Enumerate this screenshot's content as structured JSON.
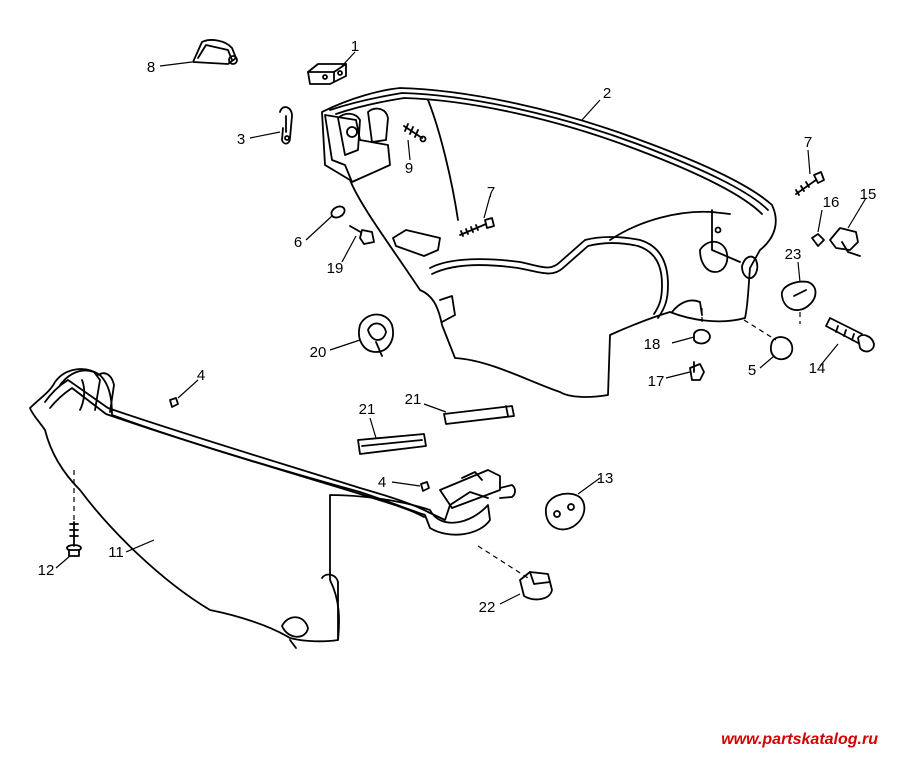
{
  "diagram": {
    "parts": [
      {
        "id": "p1",
        "label": "1",
        "name": "latch-clip"
      },
      {
        "id": "p2",
        "label": "2",
        "name": "upper-cowl-rear"
      },
      {
        "id": "p3",
        "label": "3",
        "name": "hook-latch"
      },
      {
        "id": "p4a",
        "label": "4",
        "name": "nut-upper"
      },
      {
        "id": "p4b",
        "label": "4",
        "name": "nut-lower"
      },
      {
        "id": "p5",
        "label": "5",
        "name": "grommet-plug"
      },
      {
        "id": "p6",
        "label": "6",
        "name": "washer"
      },
      {
        "id": "p7a",
        "label": "7",
        "name": "screw-right"
      },
      {
        "id": "p7b",
        "label": "7",
        "name": "screw-center"
      },
      {
        "id": "p8",
        "label": "8",
        "name": "latch-lever"
      },
      {
        "id": "p9",
        "label": "9",
        "name": "screw-small"
      },
      {
        "id": "p11",
        "label": "11",
        "name": "lower-cowl"
      },
      {
        "id": "p12",
        "label": "12",
        "name": "bolt-with-washer"
      },
      {
        "id": "p13",
        "label": "13",
        "name": "grommet-two-hole"
      },
      {
        "id": "p14",
        "label": "14",
        "name": "pin"
      },
      {
        "id": "p15",
        "label": "15",
        "name": "bracket-clip"
      },
      {
        "id": "p16",
        "label": "16",
        "name": "small-washer"
      },
      {
        "id": "p17",
        "label": "17",
        "name": "bolt"
      },
      {
        "id": "p18",
        "label": "18",
        "name": "spacer-washer"
      },
      {
        "id": "p19",
        "label": "19",
        "name": "stud-bolt"
      },
      {
        "id": "p20",
        "label": "20",
        "name": "cable-grommet"
      },
      {
        "id": "p21a",
        "label": "21",
        "name": "seal-strip-upper"
      },
      {
        "id": "p21b",
        "label": "21",
        "name": "seal-strip-lower"
      },
      {
        "id": "p22",
        "label": "22",
        "name": "cap-plug"
      },
      {
        "id": "p23",
        "label": "23",
        "name": "grommet-oval"
      }
    ]
  },
  "watermark": "www.partskatalog.ru",
  "colors": {
    "line": "#000000",
    "watermark": "#d40000",
    "background": "#ffffff"
  }
}
